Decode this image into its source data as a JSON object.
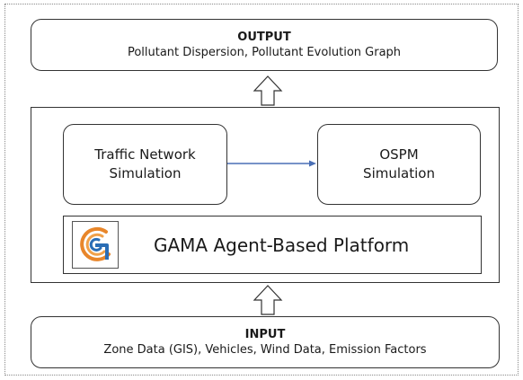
{
  "output": {
    "title": "OUTPUT",
    "description": "Pollutant Dispersion, Pollutant Evolution Graph"
  },
  "traffic_node": {
    "line1": "Traffic Network",
    "line2": "Simulation"
  },
  "ospm_node": {
    "line1": "OSPM",
    "line2": "Simulation"
  },
  "platform": {
    "label": "GAMA Agent-Based Platform",
    "logo_icon": "gama-logo-icon"
  },
  "input": {
    "title": "INPUT",
    "description": "Zone Data (GIS), Vehicles, Wind Data, Emission Factors"
  },
  "colors": {
    "connector_arrow": "#4a6fb5",
    "logo_orange": "#e8862a",
    "logo_blue": "#2a6db5",
    "border": "#333333"
  }
}
